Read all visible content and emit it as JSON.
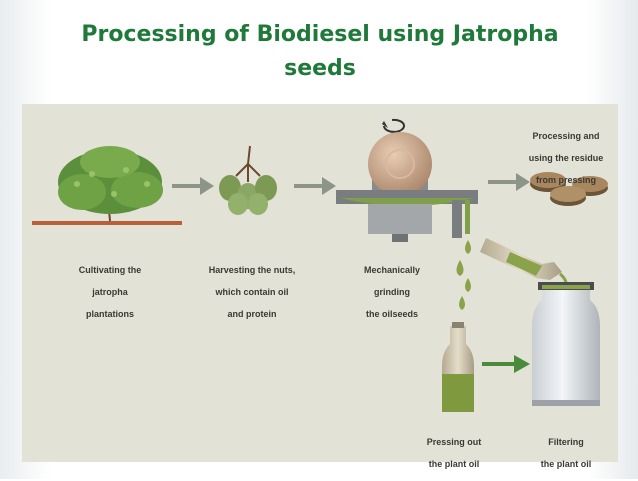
{
  "title": {
    "line1": "Processing of Biodiesel using Jatropha",
    "line2": "seeds"
  },
  "steps": {
    "cultivating": [
      "Cultivating the",
      "jatropha",
      "plantations"
    ],
    "harvesting": [
      "Harvesting the nuts,",
      "which contain oil",
      "and protein"
    ],
    "grinding": [
      "Mechanically",
      "grinding",
      "the oilseeds"
    ],
    "processing": [
      "Processing and",
      "using the residue",
      "from pressing"
    ],
    "pressing": [
      "Pressing out",
      "the plant oil"
    ],
    "filtering": [
      "Filtering",
      "the plant oil"
    ]
  },
  "colors": {
    "title": "#1f7a3a",
    "panel": "#e3e2d6",
    "arrow": "#8d9488",
    "oil": "#8aa34a",
    "foliage": "#5c8f3c"
  }
}
